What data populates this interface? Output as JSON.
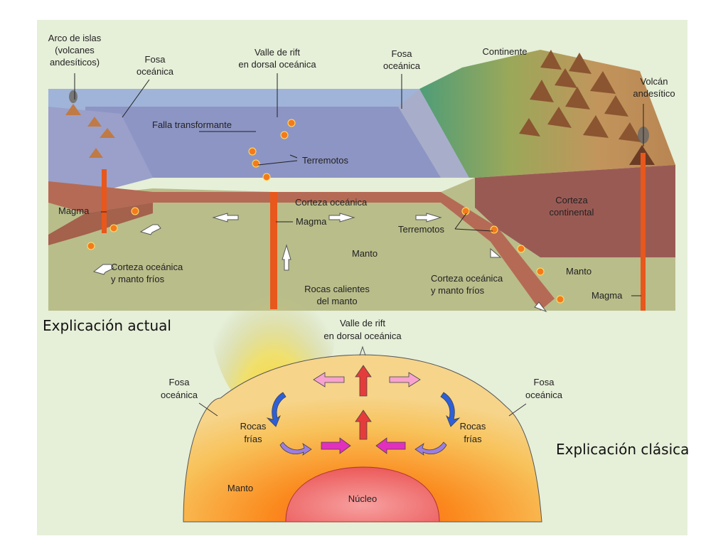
{
  "captions": {
    "current": "Explicación actual",
    "classic": "Explicación clásica"
  },
  "top_diagram": {
    "island_arc": [
      "Arco de islas",
      "(volcanes",
      "andesíticos)"
    ],
    "trench_left": [
      "Fosa",
      "oceánica"
    ],
    "rift_valley": [
      "Valle de rift",
      "en dorsal oceánica"
    ],
    "trench_right": [
      "Fosa",
      "oceánica"
    ],
    "continent": "Continente",
    "andesitic_volcano": [
      "Volcán",
      "andesítico"
    ],
    "transform_fault": "Falla transformante",
    "earthquakes": "Terremotos",
    "oceanic_crust": "Corteza oceánica",
    "continental_crust": [
      "Corteza",
      "continental"
    ],
    "magma_left": "Magma",
    "magma_center": "Magma",
    "magma_right": "Magma",
    "earthquakes_right": "Terremotos",
    "mantle_center": "Manto",
    "mantle_right": "Manto",
    "cold_crust_left": [
      "Corteza oceánica",
      "y manto fríos"
    ],
    "cold_crust_right": [
      "Corteza oceánica",
      "y manto fríos"
    ],
    "hot_rocks": [
      "Rocas calientes",
      "del manto"
    ]
  },
  "bottom_diagram": {
    "rift_valley": [
      "Valle de rift",
      "en dorsal oceánica"
    ],
    "trench_left": [
      "Fosa",
      "oceánica"
    ],
    "trench_right": [
      "Fosa",
      "oceánica"
    ],
    "cold_rocks_left": [
      "Rocas",
      "frías"
    ],
    "cold_rocks_right": [
      "Rocas",
      "frías"
    ],
    "mantle": "Manto",
    "core": "Núcleo"
  },
  "colors": {
    "panel_bg": "#e6efd8",
    "ocean": "#8d95c4",
    "sea_top": "#9fb4d8",
    "mantle_green": "#b9bd8a",
    "oceanic_crust": "#b56a55",
    "continental_crust": "#9a5a54",
    "continent_brown": "#b98d5a",
    "magma": "#e8571b",
    "mantle_orange": "#f5a93a",
    "core_red": "#ef5d5d"
  }
}
